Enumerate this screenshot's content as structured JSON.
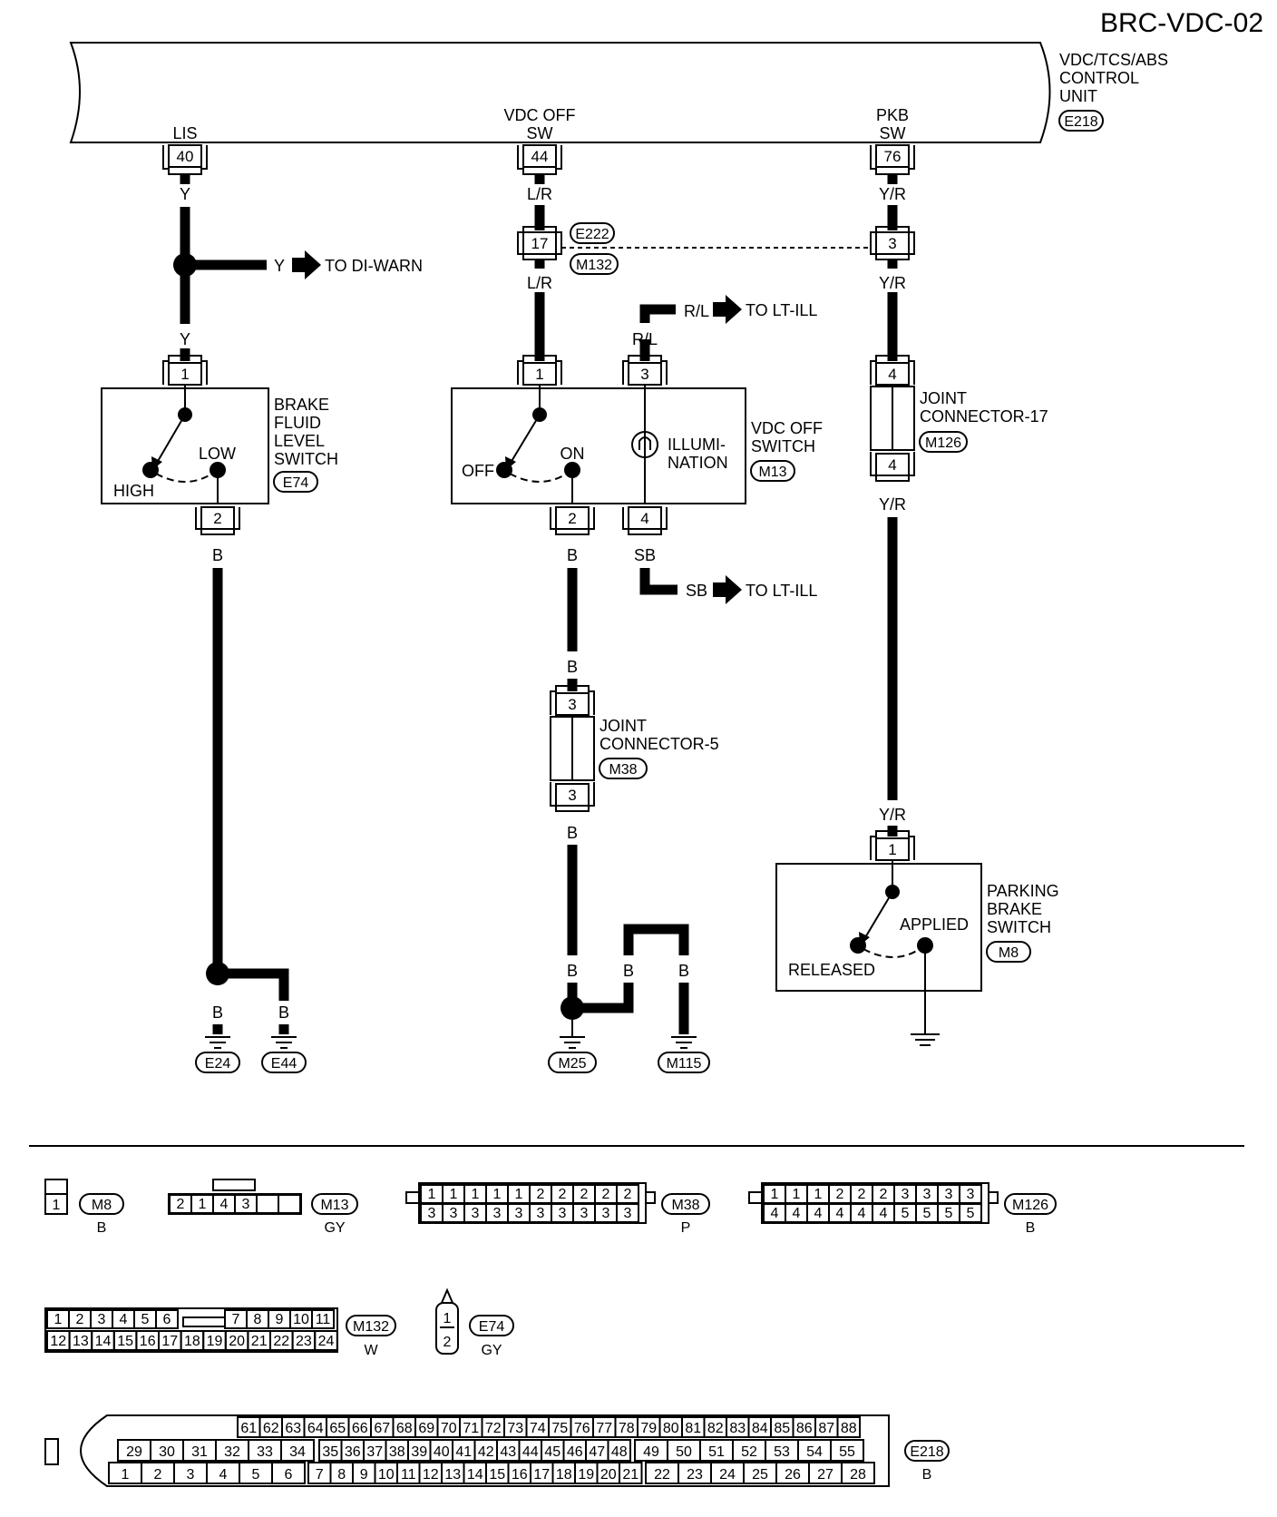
{
  "page_code": "BRC-VDC-02",
  "control_unit": {
    "name_lines": [
      "VDC/TCS/ABS",
      "CONTROL",
      "UNIT"
    ],
    "connector": "E218"
  },
  "terminals": {
    "lis": {
      "label_lines": [
        "LIS"
      ],
      "pin": "40"
    },
    "vdc_off_sw": {
      "label_lines": [
        "VDC OFF",
        "SW"
      ],
      "pin": "44"
    },
    "pkb_sw": {
      "label_lines": [
        "PKB",
        "SW"
      ],
      "pin": "76"
    }
  },
  "wire_colors": {
    "y": "Y",
    "lr": "L/R",
    "yr": "Y/R",
    "rl": "R/L",
    "sb": "SB",
    "b": "B"
  },
  "harness_connector": {
    "pin_left": "17",
    "pin_right": "3",
    "upper": "E222",
    "lower": "M132"
  },
  "branches": {
    "di_warn": {
      "color": "Y",
      "text": "TO DI-WARN"
    },
    "lt_ill_top": {
      "color": "R/L",
      "text": "TO LT-ILL"
    },
    "lt_ill_bottom": {
      "color": "SB",
      "text": "TO LT-ILL"
    }
  },
  "brake_fluid_switch": {
    "name_lines": [
      "BRAKE",
      "FLUID",
      "LEVEL",
      "SWITCH"
    ],
    "connector": "E74",
    "pin_top": "1",
    "pin_bottom": "2",
    "high": "HIGH",
    "low": "LOW"
  },
  "vdc_off_switch": {
    "name_lines": [
      "VDC OFF",
      "SWITCH"
    ],
    "connector": "M13",
    "pins": [
      "1",
      "3",
      "2",
      "4"
    ],
    "off": "OFF",
    "on": "ON",
    "illum_lines": [
      "ILLUMI-",
      "NATION"
    ]
  },
  "joint_connector_17": {
    "name_lines": [
      "JOINT",
      "CONNECTOR-17"
    ],
    "connector": "M126",
    "pin_top": "4",
    "pin_bottom": "4"
  },
  "joint_connector_5": {
    "name_lines": [
      "JOINT",
      "CONNECTOR-5"
    ],
    "connector": "M38",
    "pin_top": "3",
    "pin_bottom": "3"
  },
  "parking_brake_switch": {
    "name_lines": [
      "PARKING",
      "BRAKE",
      "SWITCH"
    ],
    "connector": "M8",
    "pin": "1",
    "applied": "APPLIED",
    "released": "RELEASED"
  },
  "grounds": [
    "E24",
    "E44",
    "M25",
    "M115"
  ],
  "connector_views": {
    "m8": {
      "id": "M8",
      "color": "B",
      "pins": [
        "1"
      ]
    },
    "m13": {
      "id": "M13",
      "color": "GY",
      "pins": [
        "2",
        "1",
        "4",
        "3",
        "",
        ""
      ]
    },
    "m38": {
      "id": "M38",
      "color": "P",
      "row1": [
        "1",
        "1",
        "1",
        "1",
        "1",
        "2",
        "2",
        "2",
        "2",
        "2"
      ],
      "row2": [
        "3",
        "3",
        "3",
        "3",
        "3",
        "3",
        "3",
        "3",
        "3",
        "3"
      ]
    },
    "m126": {
      "id": "M126",
      "color": "B",
      "row1": [
        "1",
        "1",
        "1",
        "2",
        "2",
        "2",
        "3",
        "3",
        "3",
        "3"
      ],
      "row2": [
        "4",
        "4",
        "4",
        "4",
        "4",
        "4",
        "5",
        "5",
        "5",
        "5"
      ]
    },
    "m132": {
      "id": "M132",
      "color": "W",
      "row1": [
        "1",
        "2",
        "3",
        "4",
        "5",
        "6",
        "7",
        "8",
        "9",
        "10",
        "11"
      ],
      "row2": [
        "12",
        "13",
        "14",
        "15",
        "16",
        "17",
        "18",
        "19",
        "20",
        "21",
        "22",
        "23",
        "24"
      ]
    },
    "e74": {
      "id": "E74",
      "color": "GY",
      "pins": [
        "1",
        "2"
      ]
    },
    "e218": {
      "id": "E218",
      "color": "B",
      "row1": [
        "61",
        "62",
        "63",
        "64",
        "65",
        "66",
        "67",
        "68",
        "69",
        "70",
        "71",
        "72",
        "73",
        "74",
        "75",
        "76",
        "77",
        "78",
        "79",
        "80",
        "81",
        "82",
        "83",
        "84",
        "85",
        "86",
        "87",
        "88"
      ],
      "row2a": [
        "29",
        "30",
        "31",
        "32",
        "33",
        "34"
      ],
      "row2b": [
        "35",
        "36",
        "37",
        "38",
        "39",
        "40",
        "41",
        "42",
        "43",
        "44",
        "45",
        "46",
        "47",
        "48"
      ],
      "row2c": [
        "49",
        "50",
        "51",
        "52",
        "53",
        "54",
        "55"
      ],
      "row3a": [
        "1",
        "2",
        "3",
        "4",
        "5",
        "6"
      ],
      "row3b": [
        "7",
        "8",
        "9",
        "10",
        "11",
        "12",
        "13",
        "14",
        "15",
        "16",
        "17",
        "18",
        "19",
        "20",
        "21"
      ],
      "row3c": [
        "22",
        "23",
        "24",
        "25",
        "26",
        "27",
        "28"
      ]
    }
  }
}
